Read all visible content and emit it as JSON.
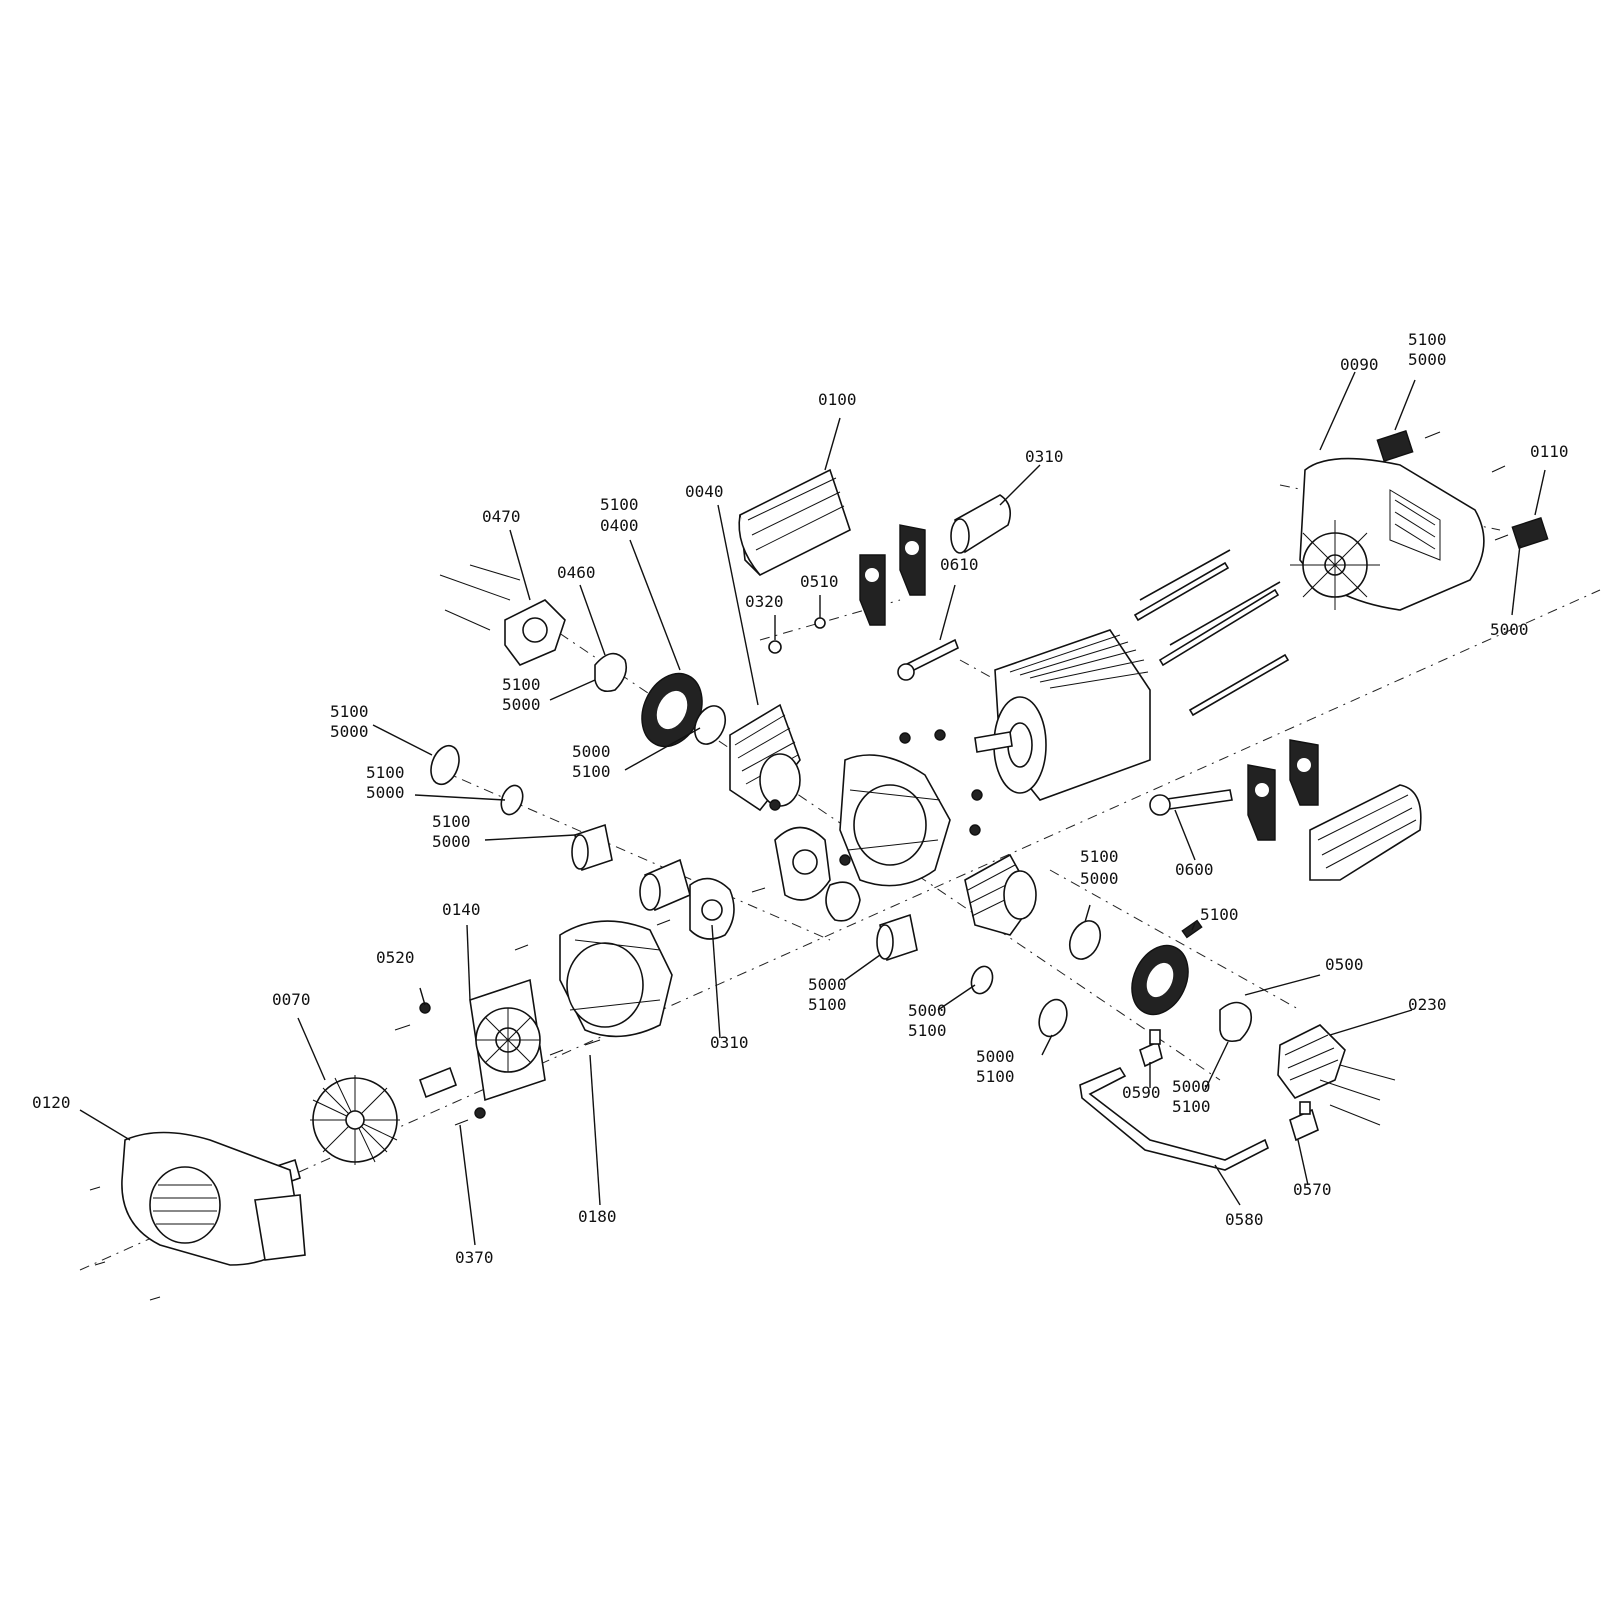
{
  "labels": {
    "l0100": "0100",
    "l0310a": "0310",
    "l0090": "0090",
    "l5100a": "5100",
    "l5000a": "5000",
    "l0110": "0110",
    "l5000b": "5000",
    "l0470": "0470",
    "l5100b": "5100",
    "l0400": "0400",
    "l0040": "0040",
    "l0460": "0460",
    "l0320": "0320",
    "l0510": "0510",
    "l0610": "0610",
    "l5100c": "5100",
    "l5000c": "5000",
    "l5100d": "5100",
    "l5000d": "5000",
    "l5000e": "5000",
    "l5100e": "5100",
    "l5100f": "5100",
    "l5000f": "5000",
    "l5100g": "5100",
    "l5000g": "5000",
    "l0600": "0600",
    "l5100h": "5100",
    "l5000h": "5000",
    "l5100i": "5100",
    "l0140": "0140",
    "l0520": "0520",
    "l0070": "0070",
    "l0310b": "0310",
    "l5000i": "5000",
    "l5100j": "5100",
    "l5000j": "5000",
    "l5100k": "5100",
    "l0500": "0500",
    "l0230": "0230",
    "l5000k": "5000",
    "l5100l": "5100",
    "l0120": "0120",
    "l0590": "0590",
    "l5000l": "5000",
    "l5100m": "5100",
    "l0570": "0570",
    "l0180": "0180",
    "l0370": "0370",
    "l0580": "0580"
  }
}
